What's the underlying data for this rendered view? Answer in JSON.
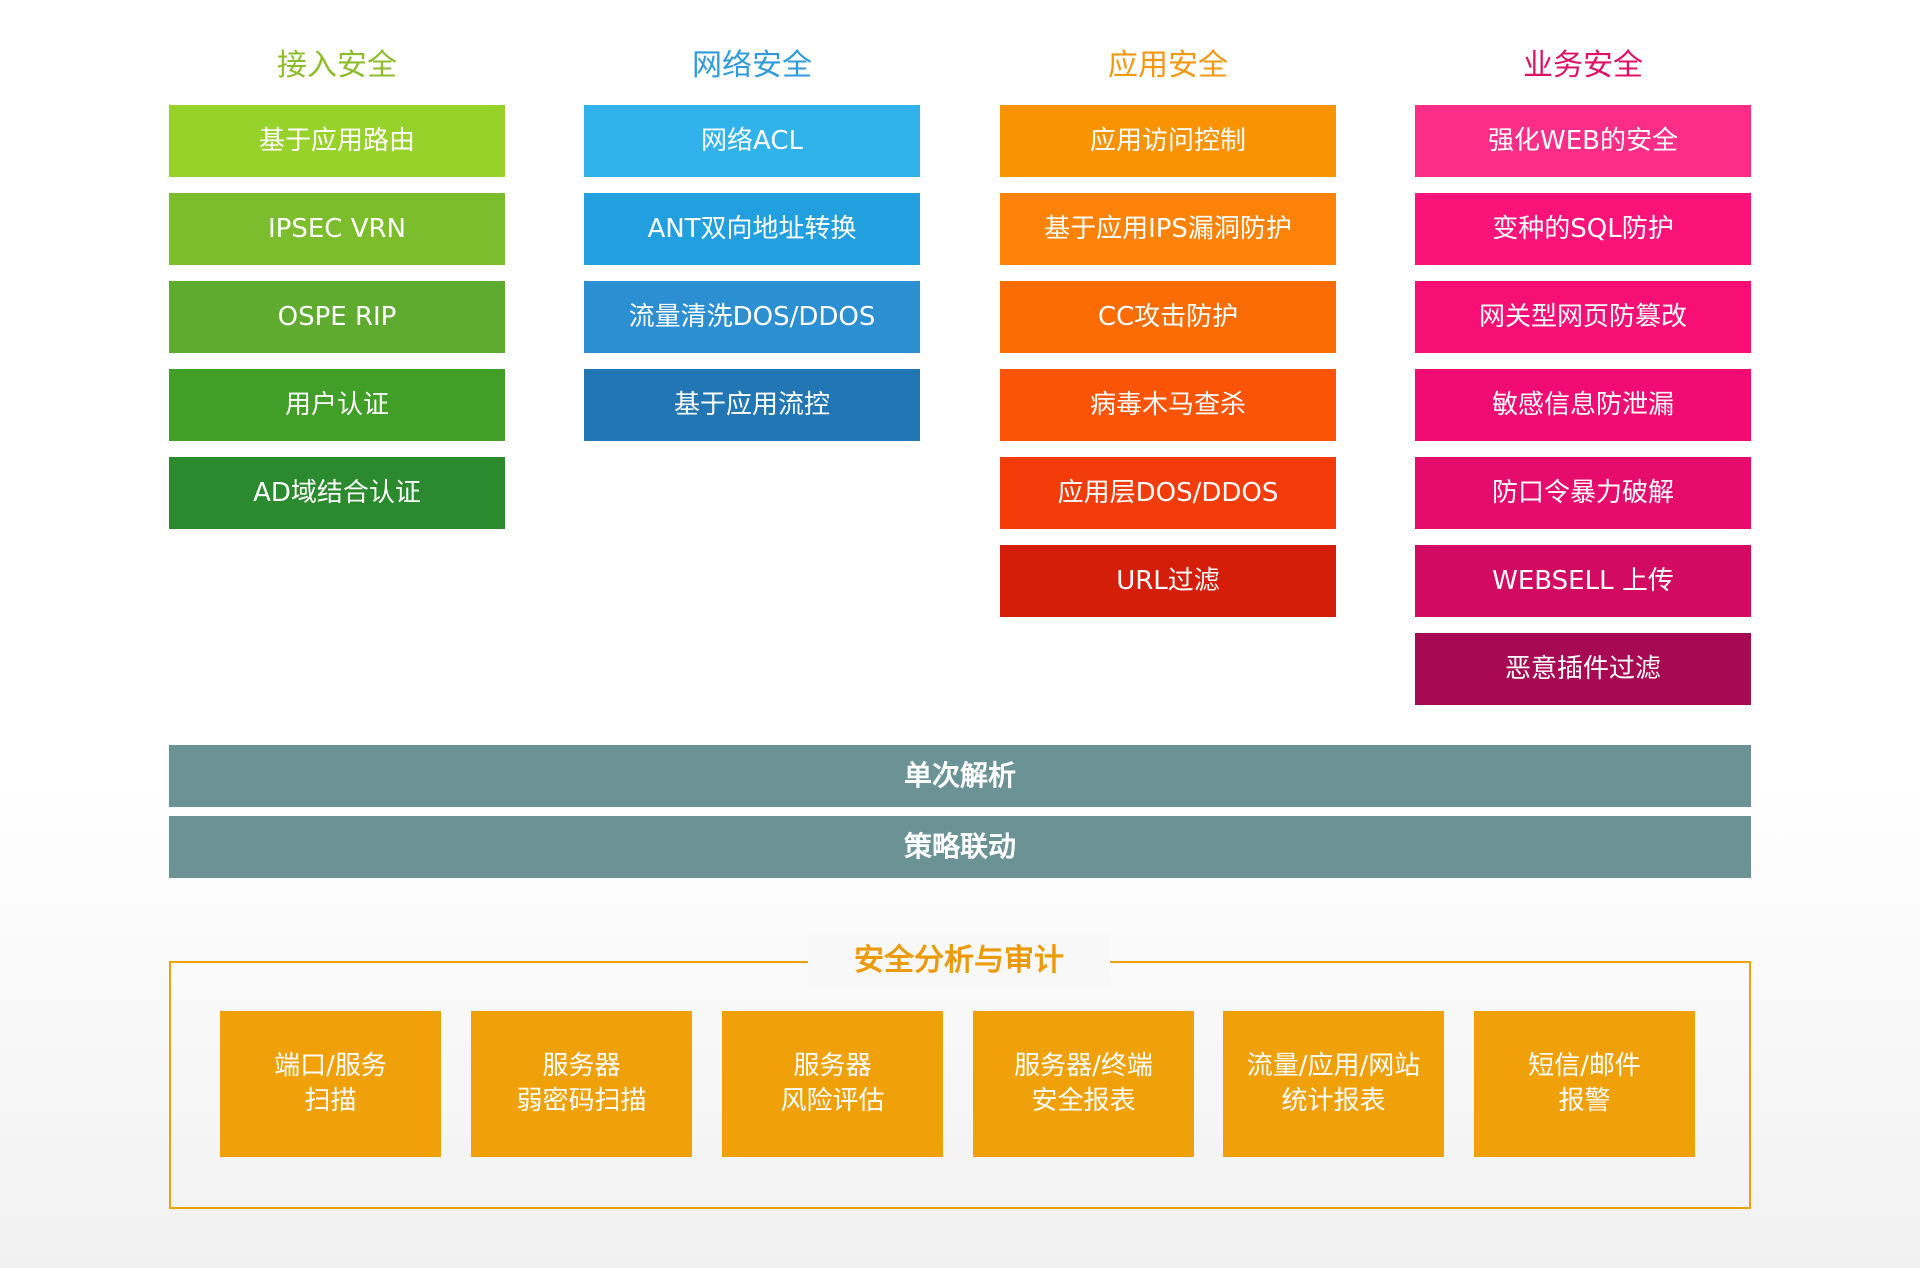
{
  "columns": [
    {
      "title": "接入安全",
      "title_color": "#8dbc2c",
      "items": [
        {
          "label": "基于应用路由",
          "color": "#96d22a"
        },
        {
          "label": "IPSEC VRN",
          "color": "#7cbd2e"
        },
        {
          "label": "OSPE RIP",
          "color": "#5fab30"
        },
        {
          "label": "用户认证",
          "color": "#419f28"
        },
        {
          "label": "AD域结合认证",
          "color": "#2a8a2d"
        }
      ]
    },
    {
      "title": "网络安全",
      "title_color": "#2f9bd8",
      "items": [
        {
          "label": "网络ACL",
          "color": "#30b3ea"
        },
        {
          "label": "ANT双向地址转换",
          "color": "#229fde"
        },
        {
          "label": "流量清洗DOS/DDOS",
          "color": "#2b8fd2"
        },
        {
          "label": "基于应用流控",
          "color": "#2276b3"
        }
      ]
    },
    {
      "title": "应用安全",
      "title_color": "#f3970e",
      "items": [
        {
          "label": "应用访问控制",
          "color": "#f99302"
        },
        {
          "label": "基于应用IPS漏洞防护",
          "color": "#fc8308"
        },
        {
          "label": "CC攻击防护",
          "color": "#fb6c03"
        },
        {
          "label": "病毒木马查杀",
          "color": "#fb5406"
        },
        {
          "label": "应用层DOS/DDOS",
          "color": "#f43c0a"
        },
        {
          "label": "URL过滤",
          "color": "#d41e0a"
        }
      ]
    },
    {
      "title": "业务安全",
      "title_color": "#de1068",
      "items": [
        {
          "label": "强化WEB的安全",
          "color": "#fb2d86"
        },
        {
          "label": "变种的SQL防护",
          "color": "#fc137a"
        },
        {
          "label": "网关型网页防篡改",
          "color": "#f80f76"
        },
        {
          "label": "敏感信息防泄漏",
          "color": "#f00c73"
        },
        {
          "label": "防口令暴力破解",
          "color": "#e60c6d"
        },
        {
          "label": "WEBSELL 上传",
          "color": "#d20a62"
        },
        {
          "label": "恶意插件过滤",
          "color": "#a70952"
        }
      ]
    }
  ],
  "bars": [
    {
      "label": "单次解析"
    },
    {
      "label": "策略联动"
    }
  ],
  "analysis": {
    "title": "安全分析与审计",
    "tiles": [
      {
        "lines": [
          "端口/服务",
          "扫描"
        ]
      },
      {
        "lines": [
          "服务器",
          "弱密码扫描"
        ]
      },
      {
        "lines": [
          "服务器",
          "风险评估"
        ]
      },
      {
        "lines": [
          "服务器/终端",
          "安全报表"
        ]
      },
      {
        "lines": [
          "流量/应用/网站",
          "统计报表"
        ]
      },
      {
        "lines": [
          "短信/邮件",
          "报警"
        ]
      }
    ]
  }
}
